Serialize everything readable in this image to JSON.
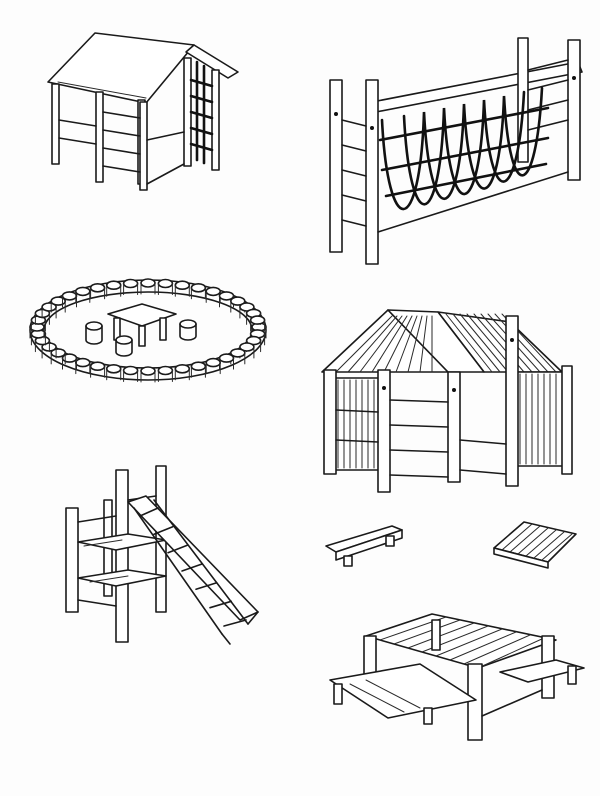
{
  "illustration": {
    "style": "black-and-white line drawing",
    "items": [
      {
        "id": "playhouse",
        "icon": "playhouse-with-rope-net"
      },
      {
        "id": "rope-net-climber",
        "icon": "rope-net-frame"
      },
      {
        "id": "sandpit",
        "icon": "log-ring-sandpit-with-table"
      },
      {
        "id": "tunnel-house",
        "icon": "double-roof-tunnel-house"
      },
      {
        "id": "slide-tower",
        "icon": "ladder-tower"
      },
      {
        "id": "bench",
        "icon": "small-bench"
      },
      {
        "id": "pallet",
        "icon": "slatted-pallet"
      },
      {
        "id": "picnic-table",
        "icon": "picnic-table-with-benches"
      }
    ]
  },
  "colors": {
    "ink": "#1a1a1a",
    "paper": "#fdfdfd"
  }
}
